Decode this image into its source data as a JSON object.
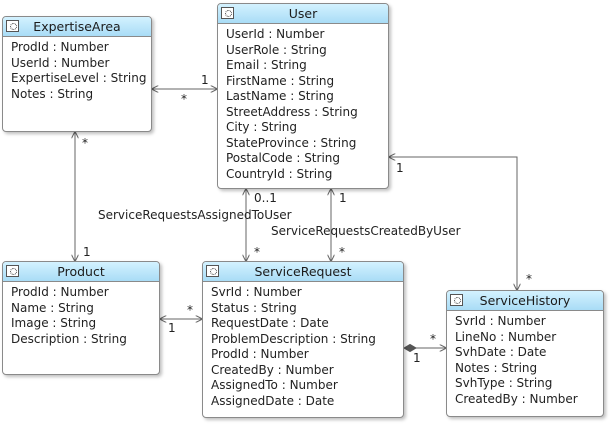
{
  "entities": {
    "expertise": {
      "title": "ExpertiseArea",
      "attributes": [
        "ProdId  : Number",
        "UserId  : Number",
        "ExpertiseLevel  : String",
        "Notes  : String"
      ]
    },
    "user": {
      "title": "User",
      "attributes": [
        "UserId  : Number",
        "UserRole  : String",
        "Email  : String",
        "FirstName  : String",
        "LastName  : String",
        "StreetAddress  : String",
        "City  : String",
        "StateProvince  : String",
        "PostalCode  : String",
        "CountryId  : String"
      ]
    },
    "product": {
      "title": "Product",
      "attributes": [
        "ProdId  : Number",
        "Name  : String",
        "Image  : String",
        "Description  : String"
      ]
    },
    "servicerequest": {
      "title": "ServiceRequest",
      "attributes": [
        "SvrId  : Number",
        "Status  : String",
        "RequestDate  : Date",
        "ProblemDescription  : String",
        "ProdId  : Number",
        "CreatedBy  : Number",
        "AssignedTo  : Number",
        "AssignedDate  : Date"
      ]
    },
    "servicehistory": {
      "title": "ServiceHistory",
      "attributes": [
        "SvrId  : Number",
        "LineNo  : Number",
        "SvhDate  : Date",
        "Notes  : String",
        "SvhType  : String",
        "CreatedBy  : Number"
      ]
    }
  },
  "relationships": {
    "assigned_label": "ServiceRequestsAssignedToUser",
    "created_label": "ServiceRequestsCreatedByUser"
  },
  "multiplicities": {
    "ea_user_near_user": "1",
    "ea_user_near_ea": "*",
    "ea_product_near_ea": "*",
    "ea_product_near_product": "1",
    "assigned_near_user": "0..1",
    "assigned_near_sr": "*",
    "created_near_user": "1",
    "created_near_sr": "*",
    "product_sr_near_product": "1",
    "product_sr_near_sr": "*",
    "user_sh_near_user": "1",
    "user_sh_near_sh": "*",
    "sr_sh_near_sr": "1",
    "sr_sh_near_sh": "*"
  },
  "colors": {
    "header": "#a9dcf6",
    "border": "#8a8a8a",
    "connector": "#666666"
  }
}
